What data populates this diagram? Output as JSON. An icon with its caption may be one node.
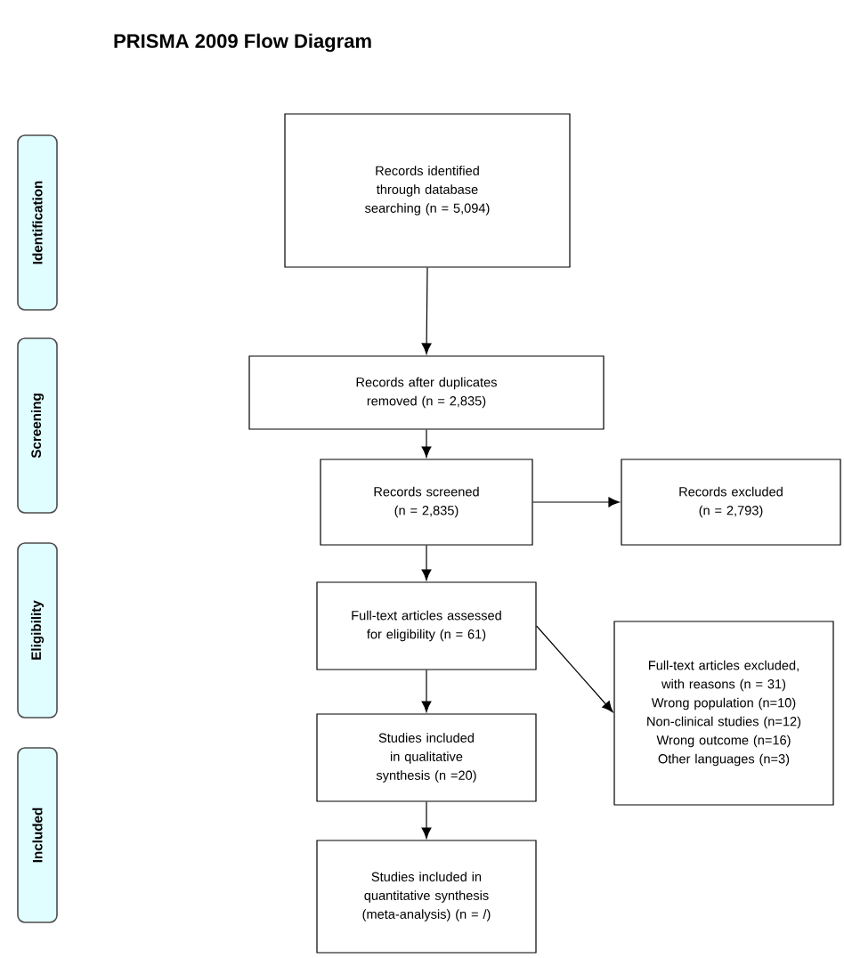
{
  "diagram": {
    "title": "PRISMA 2009 Flow Diagram",
    "nodes": [
      {
        "text": [
          "Identification"
        ]
      },
      {
        "text": [
          "Screening"
        ]
      },
      {
        "text": [
          "Eligibility"
        ]
      },
      {
        "text": [
          "Included"
        ]
      },
      {
        "text": [
          "Records identified through database searching (n = 5,094)"
        ]
      },
      {
        "text": [
          "Records after duplicates removed (n = 2,835)"
        ]
      },
      {
        "text": [
          "Records screened (n = 2,835)"
        ]
      },
      {
        "text": [
          "Records excluded (n = 2,793)"
        ]
      },
      {
        "text": [
          "Full-text articles assessed for eligibility (n = 61)"
        ]
      },
      {
        "text": [
          "Full-text articles excluded, with reasons (n = 31)",
          "Wrong population (n=10)",
          "Non-clinical studies (n=12)",
          "Wrong outcome (n=16)",
          "Other languages (n=3)"
        ]
      },
      {
        "text": [
          "Studies included in qualitative synthesis (n =20)"
        ]
      },
      {
        "text": [
          "Studies included in quantitative synthesis (meta-analysis) (n = /)"
        ]
      }
    ],
    "edges": [
      {
        "from": 4,
        "to": 5,
        "arrow": "to"
      },
      {
        "from": 5,
        "to": 6,
        "arrow": "to"
      },
      {
        "from": 6,
        "to": 7,
        "arrow": "to"
      },
      {
        "from": 6,
        "to": 8,
        "arrow": "to"
      },
      {
        "from": 8,
        "to": 9,
        "arrow": "to"
      },
      {
        "from": 8,
        "to": 10,
        "arrow": "to"
      },
      {
        "from": 10,
        "to": 11,
        "arrow": "to"
      }
    ]
  }
}
